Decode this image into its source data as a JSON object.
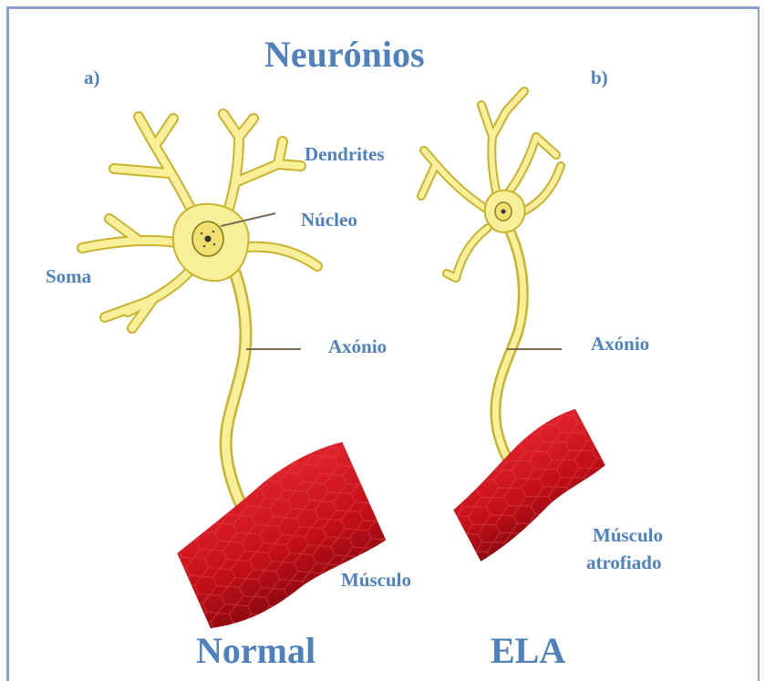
{
  "title": "Neurónios",
  "panel_a": {
    "letter": "a)",
    "caption": "Normal",
    "labels": {
      "dendrites": "Dendrites",
      "nucleus": "Núcleo",
      "soma": "Soma",
      "axon": "Axónio",
      "muscle": "Músculo"
    }
  },
  "panel_b": {
    "letter": "b)",
    "caption": "ELA",
    "labels": {
      "axon": "Axónio",
      "muscle_line1": "Músculo",
      "muscle_line2": "atrofiado"
    }
  },
  "colors": {
    "label_blue": "#4f81bd",
    "neuron_fill": "#f7ef9a",
    "neuron_stroke": "#c9b32e",
    "muscle_red": "#c8101a",
    "frame": "#8f9ed1"
  }
}
